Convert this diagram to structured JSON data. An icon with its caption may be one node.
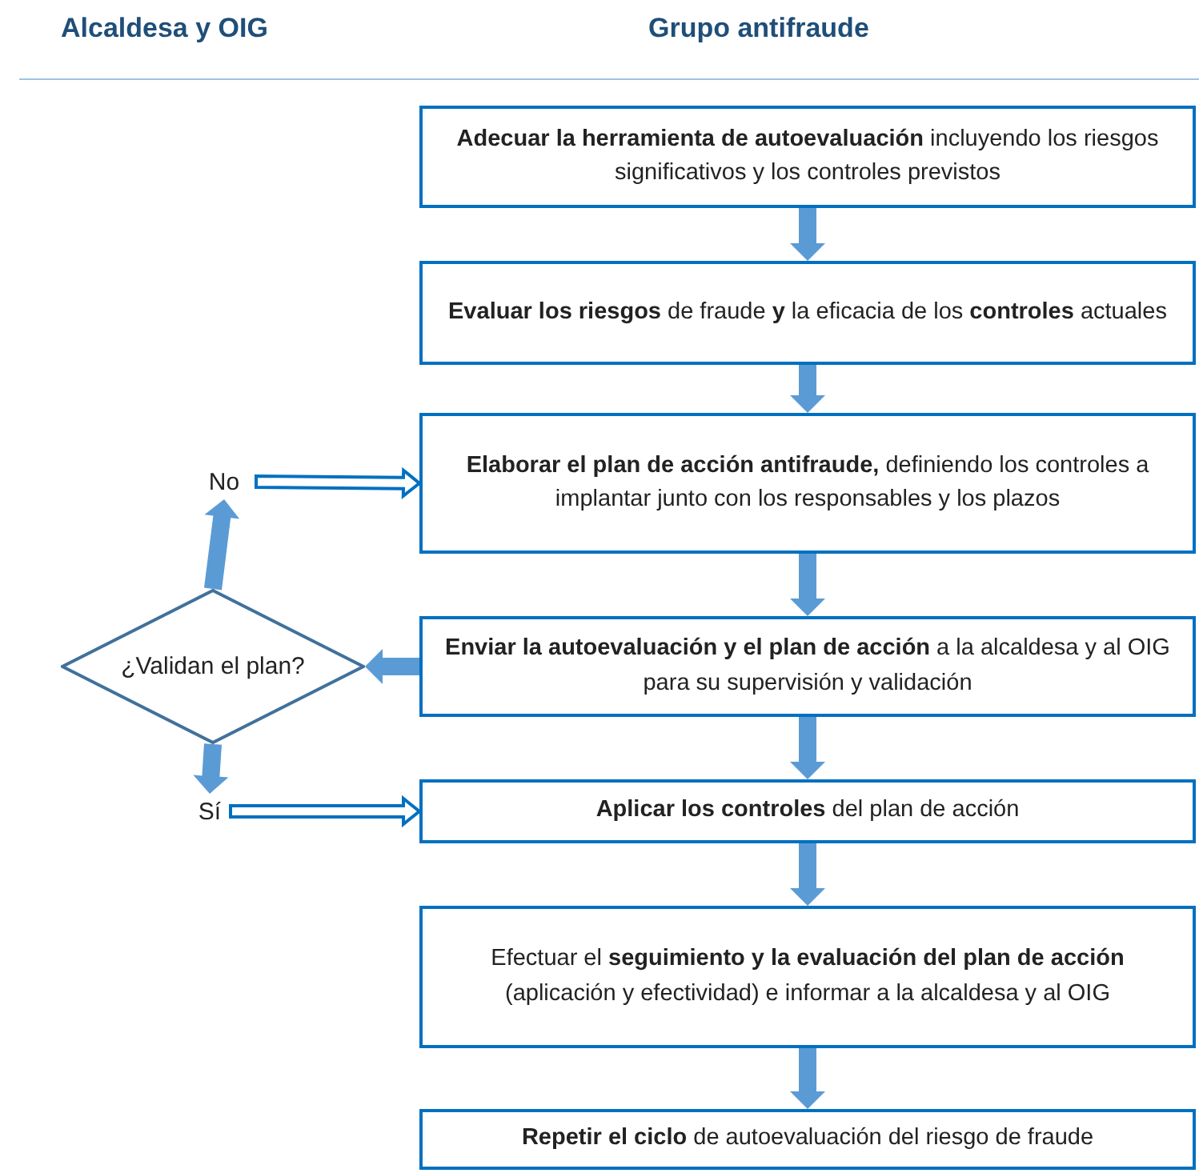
{
  "diagram": {
    "nodes": [
      {
        "text": [
          "**Adecuar la herramienta de autoevaluación** incluyendo los riesgos significativos y los controles previstos"
        ]
      },
      {
        "text": [
          "**Evaluar los riesgos** de fraude **y** la eficacia de los **controles** actuales"
        ]
      },
      {
        "text": [
          "**Elaborar el plan de acción antifraude,** definiendo los controles a implantar junto con los responsables y los plazos"
        ]
      },
      {
        "text": [
          "**Enviar la autoevaluación y el plan de acción** a la alcaldesa y al OIG para su supervisión y validación"
        ]
      },
      {
        "text": [
          "**Aplicar los controles** del plan de acción"
        ]
      },
      {
        "text": [
          "Efectuar el **seguimiento y la evaluación del plan de acción** (aplicación y efectividad) e informar a la alcaldesa y al OIG"
        ]
      },
      {
        "text": [
          "**Repetir el ciclo** de autoevaluación del riesgo de fraude"
        ]
      },
      {
        "text": [
          "¿Validan el plan?"
        ]
      },
      {
        "text": [
          "No"
        ]
      },
      {
        "text": [
          "Sí"
        ]
      }
    ],
    "edges": [
      {
        "from": 0,
        "to": 1,
        "arrow": "to",
        "style": "thick"
      },
      {
        "from": 1,
        "to": 2,
        "arrow": "to",
        "style": "thick"
      },
      {
        "from": 2,
        "to": 3,
        "arrow": "to",
        "style": "thick"
      },
      {
        "from": 3,
        "to": 4,
        "arrow": "to",
        "style": "thick"
      },
      {
        "from": 4,
        "to": 5,
        "arrow": "to",
        "style": "thick"
      },
      {
        "from": 5,
        "to": 6,
        "arrow": "to",
        "style": "thick"
      },
      {
        "from": 3,
        "to": 7,
        "arrow": "to",
        "style": "thick"
      },
      {
        "from": 7,
        "to": 8,
        "arrow": "to",
        "style": "thick"
      },
      {
        "from": 7,
        "to": 9,
        "arrow": "to",
        "style": "thick"
      },
      {
        "from": 8,
        "to": 2,
        "arrow": "to"
      },
      {
        "from": 9,
        "to": 4,
        "arrow": "to"
      }
    ],
    "labels": [
      "Alcaldesa y OIG",
      "Grupo antifraude"
    ]
  }
}
